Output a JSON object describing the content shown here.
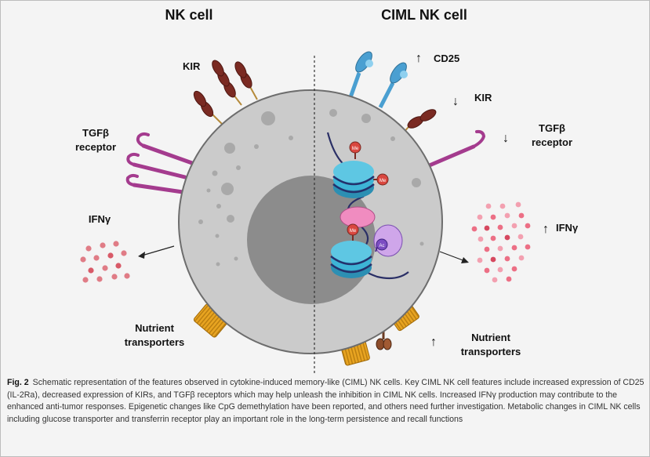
{
  "diagram": {
    "left_title": "NK cell",
    "right_title": "CIML NK cell",
    "left_labels": {
      "kir": "KIR",
      "tgfb_line1": "TGFβ",
      "tgfb_line2": "receptor",
      "ifn": "IFNγ",
      "nutrient_line1": "Nutrient",
      "nutrient_line2": "transporters"
    },
    "right_labels": {
      "cd25": "CD25",
      "kir": "KIR",
      "tgfb_line1": "TGFβ",
      "tgfb_line2": "receptor",
      "ifn": "IFNγ",
      "nutrient_line1": "Nutrient",
      "nutrient_line2": "transporters"
    },
    "arrows": {
      "up": "↑",
      "down": "↓"
    },
    "methyl_label": "Me",
    "acetyl_label": "Ac",
    "colors": {
      "cytoplasm": "#cbcbcb",
      "nucleus": "#8c8c8c",
      "kir": "#7a2a22",
      "tgfb": "#a43b8e",
      "cd25": "#4a9fd1",
      "nucleosome": "#3db4d6",
      "ifn_left": "#e07c86",
      "ifn_right": "#ec6f85",
      "transporter": "#e8a421"
    }
  },
  "caption": {
    "label": "Fig. 2",
    "text": "Schematic representation of the features observed in cytokine-induced memory-like (CIML) NK cells. Key CIML NK cell features include increased expression of CD25 (IL-2Ra), decreased expression of KIRs, and TGFβ receptors which may help unleash the inhibition in CIML NK cells. Increased IFNγ production may contribute to the enhanced anti-tumor responses. Epigenetic changes like CpG demethylation have been reported, and others need further investigation. Metabolic changes in CIML NK cells including glucose transporter and transferrin receptor play an important role in the long-term persistence and recall functions"
  }
}
